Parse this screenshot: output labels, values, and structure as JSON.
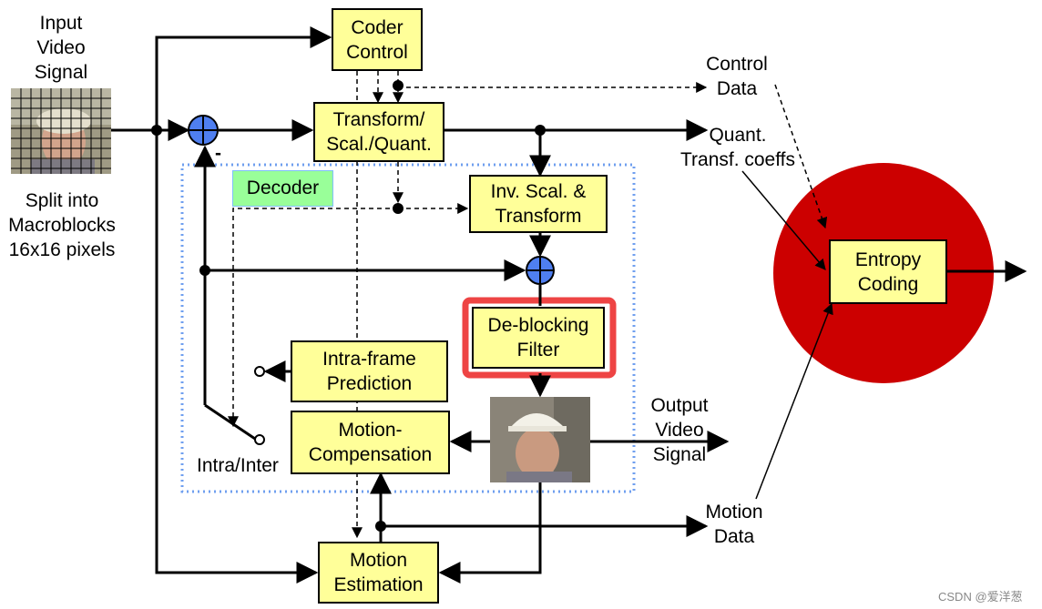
{
  "blocks": {
    "coder_control": "Coder\nControl",
    "transform": "Transform/\nScal./Quant.",
    "inv_scal": "Inv. Scal. &\nTransform",
    "deblocking": "De-blocking\nFilter",
    "intra_pred": "Intra-frame\nPrediction",
    "motion_comp": "Motion-\nCompensation",
    "motion_est": "Motion\nEstimation",
    "entropy": "Entropy\nCoding",
    "decoder": "Decoder"
  },
  "labels": {
    "input_video": "Input\nVideo\nSignal",
    "split": "Split into\nMacroblocks\n16x16 pixels",
    "control_data": "Control\nData",
    "quant_coeffs": "Quant.\nTransf. coeffs",
    "output_video": "Output\nVideo\nSignal",
    "motion_data": "Motion\nData",
    "intra_inter": "Intra/Inter",
    "minus": "-"
  },
  "watermark": "CSDN @爱洋葱",
  "colors": {
    "block_fill": "#ffff99",
    "decoder_fill": "#99ff99",
    "entropy_circle": "#cc0000",
    "highlight_border": "#ee4444",
    "summing_node": "#4f7ff0",
    "decoder_outline": "#6f9fef"
  }
}
